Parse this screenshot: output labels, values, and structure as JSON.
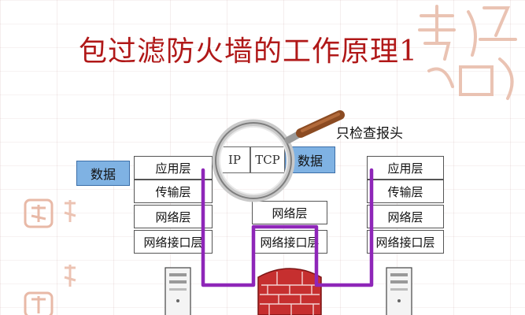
{
  "title": "包过滤防火墙的工作原理1",
  "caption": "只检查报头",
  "left_data": "数据",
  "left_stack": [
    "应用层",
    "传输层",
    "网络层",
    "网络接口层"
  ],
  "middle_stack": [
    "网络层",
    "网络接口层"
  ],
  "right_stack": [
    "应用层",
    "传输层",
    "网络层",
    "网络接口层"
  ],
  "magnified": {
    "ip": "IP",
    "tcp": "TCP",
    "data": "数据"
  },
  "colors": {
    "title": "#b01818",
    "data_block": "#7fb2e3",
    "path": "#8e26b8",
    "brick": "#c62f2f"
  },
  "icons": [
    "magnifying-glass-icon",
    "firewall-brick-wall-icon",
    "computer-tower-icon"
  ]
}
